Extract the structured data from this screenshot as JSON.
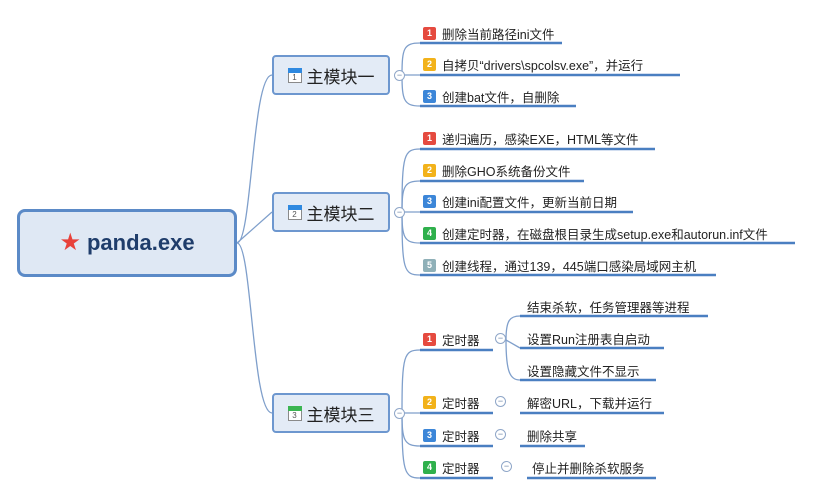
{
  "root": {
    "title": "panda.exe",
    "icon": "star-icon"
  },
  "modules": [
    {
      "title": "主模块一",
      "cal_icon": "calendar-icon",
      "cal_num": "1",
      "items": [
        {
          "num": "1",
          "text": "删除当前路径ini文件"
        },
        {
          "num": "2",
          "text": "自拷贝“drivers\\spcolsv.exe”，并运行"
        },
        {
          "num": "3",
          "text": "创建bat文件，自删除"
        }
      ]
    },
    {
      "title": "主模块二",
      "cal_icon": "calendar-icon",
      "cal_num": "2",
      "items": [
        {
          "num": "1",
          "text": "递归遍历，感染EXE，HTML等文件"
        },
        {
          "num": "2",
          "text": "删除GHO系统备份文件"
        },
        {
          "num": "3",
          "text": "创建ini配置文件，更新当前日期"
        },
        {
          "num": "4",
          "text": "创建定时器，在磁盘根目录生成setup.exe和autorun.inf文件"
        },
        {
          "num": "5",
          "text": "创建线程，通过139，445端口感染局域网主机"
        }
      ]
    },
    {
      "title": "主模块三",
      "cal_icon": "calendar-icon",
      "cal_num": "3",
      "timers": [
        {
          "num": "1",
          "label": "定时器",
          "subs": [
            "结束杀软，任务管理器等进程",
            "设置Run注册表自启动",
            "设置隐藏文件不显示"
          ]
        },
        {
          "num": "2",
          "label": "定时器",
          "subs": [
            "解密URL，下载并运行"
          ]
        },
        {
          "num": "3",
          "label": "定时器",
          "subs": [
            "删除共享"
          ]
        },
        {
          "num": "4",
          "label": "定时器",
          "subs": [
            "停止并删除杀软服务"
          ]
        }
      ]
    }
  ],
  "collapse_glyph": "−"
}
